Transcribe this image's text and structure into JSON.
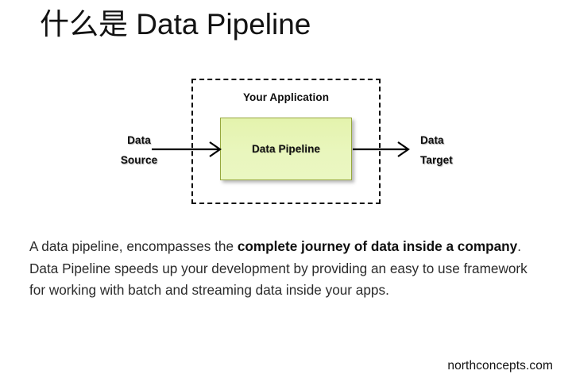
{
  "slide": {
    "title": "什么是 Data Pipeline",
    "background_color": "#ffffff"
  },
  "diagram": {
    "container_label": "Your Application",
    "container_style": "dashed-rectangle",
    "node_label": "Data Pipeline",
    "node_fill_color": "#e7f5b8",
    "node_border_color": "#97a83f",
    "source_label_line1": "Data",
    "source_label_line2": "Source",
    "target_label_line1": "Data",
    "target_label_line2": "Target",
    "arrow_in_name": "source-to-pipeline-arrow",
    "arrow_out_name": "pipeline-to-target-arrow"
  },
  "body": {
    "part1": "A data pipeline, encompasses the ",
    "bold": "complete journey of data inside a company",
    "part2": ". Data Pipeline speeds up your development by providing an easy to use framework for working with batch and streaming data inside your apps."
  },
  "footer": {
    "site": "northconcepts.com"
  }
}
